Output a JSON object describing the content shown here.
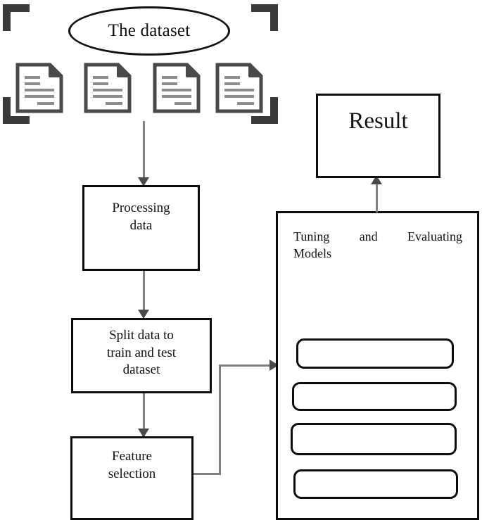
{
  "diagram": {
    "title": "Machine learning pipeline flowchart",
    "type": "flowchart",
    "source_node": {
      "label": "The dataset",
      "shape": "ellipse"
    },
    "documents": {
      "icon_name": "document-icon",
      "count": 4,
      "items": [
        {
          "label": "document-1"
        },
        {
          "label": "document-2"
        },
        {
          "label": "document-3"
        },
        {
          "label": "document-4"
        }
      ]
    },
    "steps": [
      {
        "id": "processing-data",
        "label": "Processing\ndata",
        "lines": [
          "Processing",
          "data"
        ]
      },
      {
        "id": "split-data",
        "label": "Split data to train and test dataset",
        "lines": [
          "Split data to",
          "train and test",
          "dataset"
        ]
      },
      {
        "id": "feature-selection",
        "label": "Feature selection",
        "lines": [
          "Feature",
          "selection"
        ]
      }
    ],
    "panel": {
      "title_line1": "Tuning and Evaluating",
      "title_line2": "Models",
      "title_full": "Tuning and Evaluating Models",
      "model_slots": [
        {
          "label": ""
        },
        {
          "label": ""
        },
        {
          "label": ""
        },
        {
          "label": ""
        }
      ]
    },
    "result_node": {
      "label": "Result",
      "shape": "rectangle"
    },
    "colors": {
      "stroke": "#0d0d0d",
      "connector": "#808080",
      "arrowhead": "#4a4a4a",
      "bracket": "#3a3a3a",
      "doc_outline": "#4a4a4a",
      "doc_lines": "#9a9a9a",
      "background": "#ffffff"
    }
  }
}
